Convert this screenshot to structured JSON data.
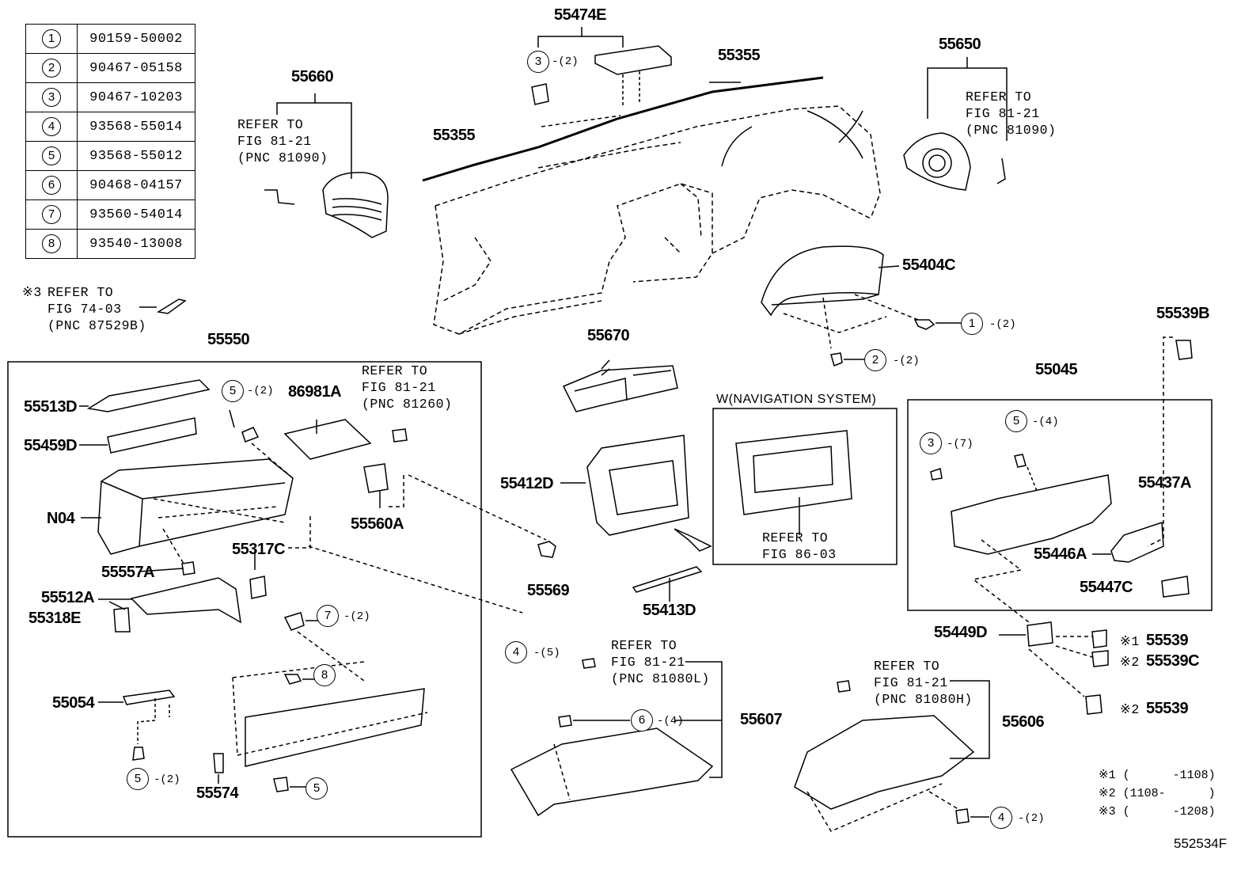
{
  "legend": [
    {
      "key": "1",
      "part": "90159-50002"
    },
    {
      "key": "2",
      "part": "90467-05158"
    },
    {
      "key": "3",
      "part": "90467-10203"
    },
    {
      "key": "4",
      "part": "93568-55014"
    },
    {
      "key": "5",
      "part": "93568-55012"
    },
    {
      "key": "6",
      "part": "90468-04157"
    },
    {
      "key": "7",
      "part": "93560-54014"
    },
    {
      "key": "8",
      "part": "93540-13008"
    }
  ],
  "labels": {
    "p55474E": "55474E",
    "p55355a": "55355",
    "p55355b": "55355",
    "p55650": "55650",
    "p55660": "55660",
    "p55404C": "55404C",
    "p55539B": "55539B",
    "p55045": "55045",
    "p55550": "55550",
    "p55670": "55670",
    "p55513D": "55513D",
    "p86981A": "86981A",
    "p55459D": "55459D",
    "pN04": "N04",
    "p55560A": "55560A",
    "p55557A": "55557A",
    "p55317C": "55317C",
    "p55512A": "55512A",
    "p55318E": "55318E",
    "p55054": "55054",
    "p55574": "55574",
    "p55412D": "55412D",
    "p55569": "55569",
    "p55413D": "55413D",
    "p55437A": "55437A",
    "p55446A": "55446A",
    "p55447C": "55447C",
    "p55449D": "55449D",
    "p55539x1": "55539",
    "p55539C": "55539C",
    "p55539x2": "55539",
    "p55607": "55607",
    "p55606": "55606"
  },
  "refs": {
    "r55660": "REFER TO\nFIG 81-21\n(PNC 81090)",
    "r55650": "REFER TO\nFIG 81-21\n(PNC 81090)",
    "r87529": "REFER TO\nFIG 74-03\n(PNC 87529B)",
    "r81260": "REFER TO\nFIG 81-21\n(PNC 81260)",
    "r81080L": "REFER TO\nFIG 81-21\n(PNC 81080L)",
    "r81080H": "REFER TO\nFIG 81-21\n(PNC 81080H)",
    "r8603": "REFER TO\nFIG 86-03"
  },
  "nav_box_title": "W(NAVIGATION SYSTEM)",
  "ref_mark_3": "※3",
  "mark_x1": "※1",
  "mark_x2": "※2",
  "mark_x2b": "※2",
  "callouts": {
    "c3a": {
      "n": "3",
      "q": "-(2)"
    },
    "c1": {
      "n": "1",
      "q": "-(2)"
    },
    "c2": {
      "n": "2",
      "q": "-(2)"
    },
    "c5a": {
      "n": "5",
      "q": "-(2)"
    },
    "c5b": {
      "n": "5",
      "q": "-(4)"
    },
    "c3b": {
      "n": "3",
      "q": "-(7)"
    },
    "c7": {
      "n": "7",
      "q": "-(2)"
    },
    "c8": {
      "n": "8",
      "q": ""
    },
    "c4a": {
      "n": "4",
      "q": "-(5)"
    },
    "c6": {
      "n": "6",
      "q": "-(4)"
    },
    "c5c": {
      "n": "5",
      "q": "-(2)"
    },
    "c5d": {
      "n": "5",
      "q": ""
    },
    "c4b": {
      "n": "4",
      "q": "-(2)"
    }
  },
  "notes": [
    "※1 (      -1108)",
    "※2 (1108-      )",
    "※3 (      -1208)"
  ],
  "figure_id": "552534F"
}
